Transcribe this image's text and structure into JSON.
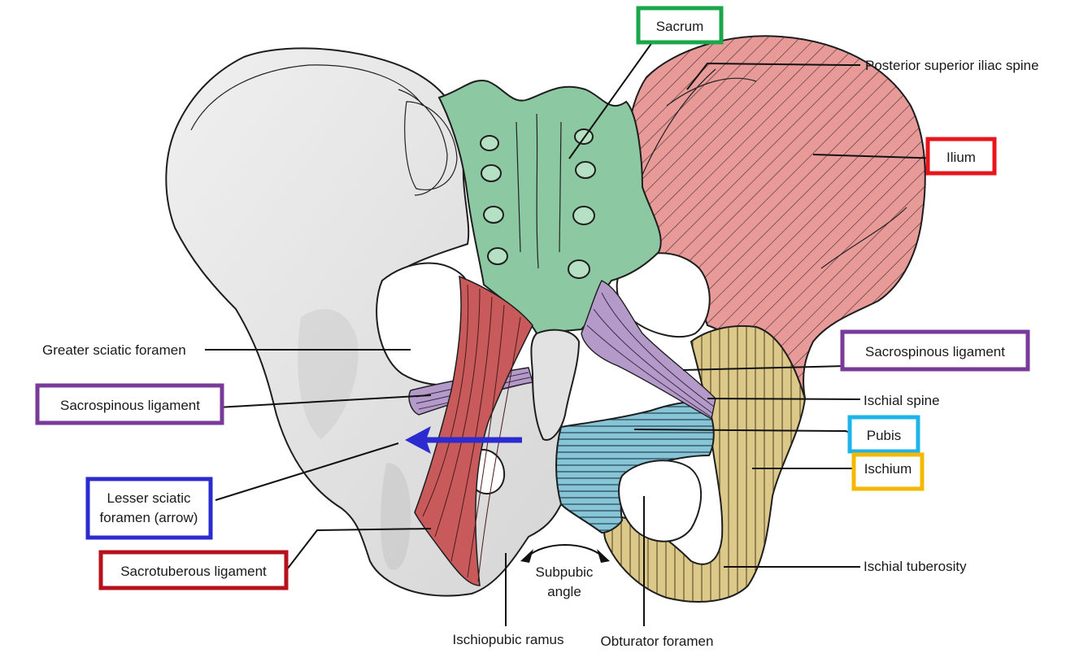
{
  "labels": {
    "sacrum": "Sacrum",
    "posterior_superior_iliac_spine": "Posterior superior iliac spine",
    "ilium": "Ilium",
    "sacrospinous_ligament_right": "Sacrospinous ligament",
    "ischial_spine": "Ischial spine",
    "pubis": "Pubis",
    "ischium": "Ischium",
    "ischial_tuberosity": "Ischial tuberosity",
    "greater_sciatic_foramen": "Greater sciatic foramen",
    "sacrospinous_ligament_left": "Sacrospinous ligament",
    "lesser_sciatic_foramen_line1": "Lesser sciatic",
    "lesser_sciatic_foramen_line2": "foramen (arrow)",
    "sacrotuberous_ligament": "Sacrotuberous ligament",
    "subpubic_angle_line1": "Subpubic",
    "subpubic_angle_line2": "angle",
    "ischiopubic_ramus": "Ischiopubic ramus",
    "obturator_foramen": "Obturator foramen"
  },
  "highlight_colors": {
    "sacrum": "#1aa64b",
    "ilium": "#e8151b",
    "sacrospinous_ligament": "#7a3a9a",
    "pubis": "#1eb4ea",
    "ischium": "#f5b800",
    "lesser_sciatic_foramen": "#2b2bcf",
    "sacrotuberous_ligament": "#b5121b"
  },
  "region_fills": {
    "sacrum": "#8cc9a2",
    "ilium": "#e89a98",
    "ischium": "#dcc98a",
    "pubis": "#86c4d6",
    "sacrospinous": "#b49ac8",
    "sacrotuberous": "#c85a5c",
    "bone": "#e6e6e6"
  },
  "icons": {
    "arrow": "left-arrow-icon"
  }
}
